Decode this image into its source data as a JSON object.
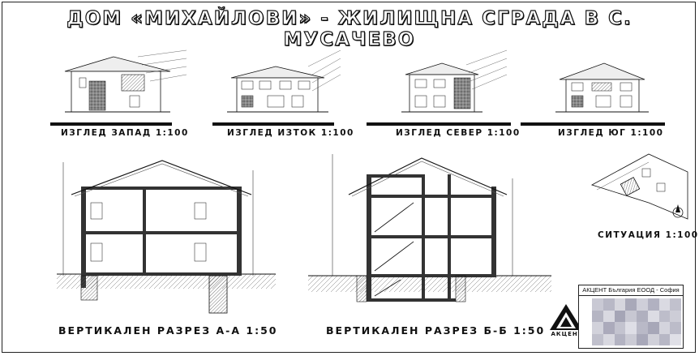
{
  "sheet": {
    "title": "ДОМ «МИХАЙЛОВИ» - ЖИЛИЩНА СГРАДА В С. МУСАЧЕВО"
  },
  "elevations": {
    "west": "ИЗГЛЕД ЗАПАД 1:100",
    "east": "ИЗГЛЕД ИЗТОК 1:100",
    "north": "ИЗГЛЕД СЕВЕР 1:100",
    "south": "ИЗГЛЕД ЮГ 1:100"
  },
  "sections": {
    "aa": "ВЕРТИКАЛЕН РАЗРЕЗ А-А 1:50",
    "bb": "ВЕРТИКАЛЕН РАЗРЕЗ Б-Б 1:50"
  },
  "situation": {
    "label": "СИТУАЦИЯ 1:1000"
  },
  "title_block": {
    "company": "АКЦЕНТ България ЕООД - София"
  },
  "logo": {
    "name": "АКЦЕНТ"
  },
  "colors": {
    "ink": "#111111",
    "hatch": "#555555",
    "paper": "#ffffff"
  }
}
